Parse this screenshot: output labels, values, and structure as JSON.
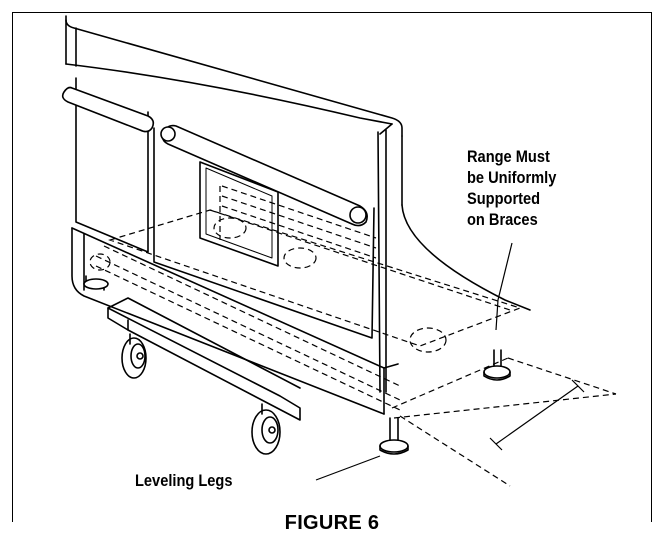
{
  "figure": {
    "caption": "FIGURE 6",
    "callouts": {
      "braces_lines": [
        "Range Must",
        "be Uniformly",
        "Supported",
        "on Braces"
      ],
      "legs": "Leveling Legs"
    },
    "colors": {
      "ink": "#000000",
      "paper": "#ffffff"
    }
  }
}
